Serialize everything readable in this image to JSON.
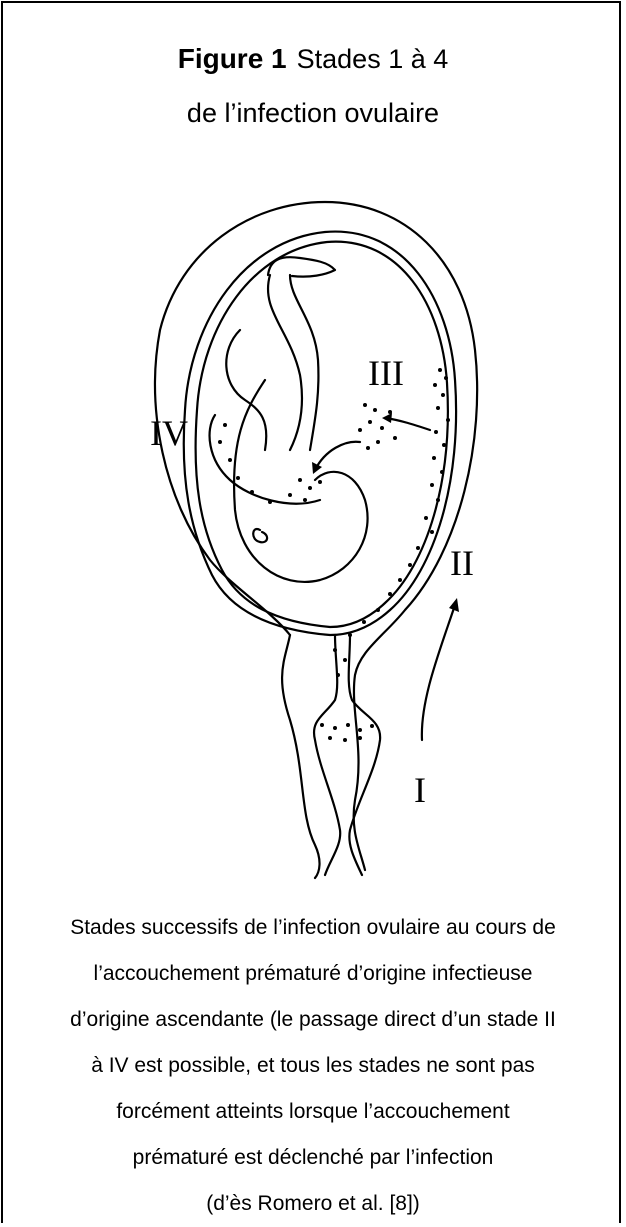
{
  "figure": {
    "number_label": "Figure 1",
    "title_rest": "Stades 1 à 4",
    "title_line2": "de l’infection ovulaire"
  },
  "diagram": {
    "stage_labels": [
      "I",
      "II",
      "III",
      "IV"
    ]
  },
  "caption": {
    "lines": [
      "Stades successifs de l’infection ovulaire au cours de",
      "l’accouchement prématuré d’origine infectieuse",
      "d’origine ascendante (le passage direct d’un stade II",
      "à IV est possible, et tous les stades ne sont pas",
      "forcément atteints lorsque l’accouchement",
      "prématuré est déclenché par l’infection",
      "(d’ès Romero et al. [8])"
    ]
  }
}
